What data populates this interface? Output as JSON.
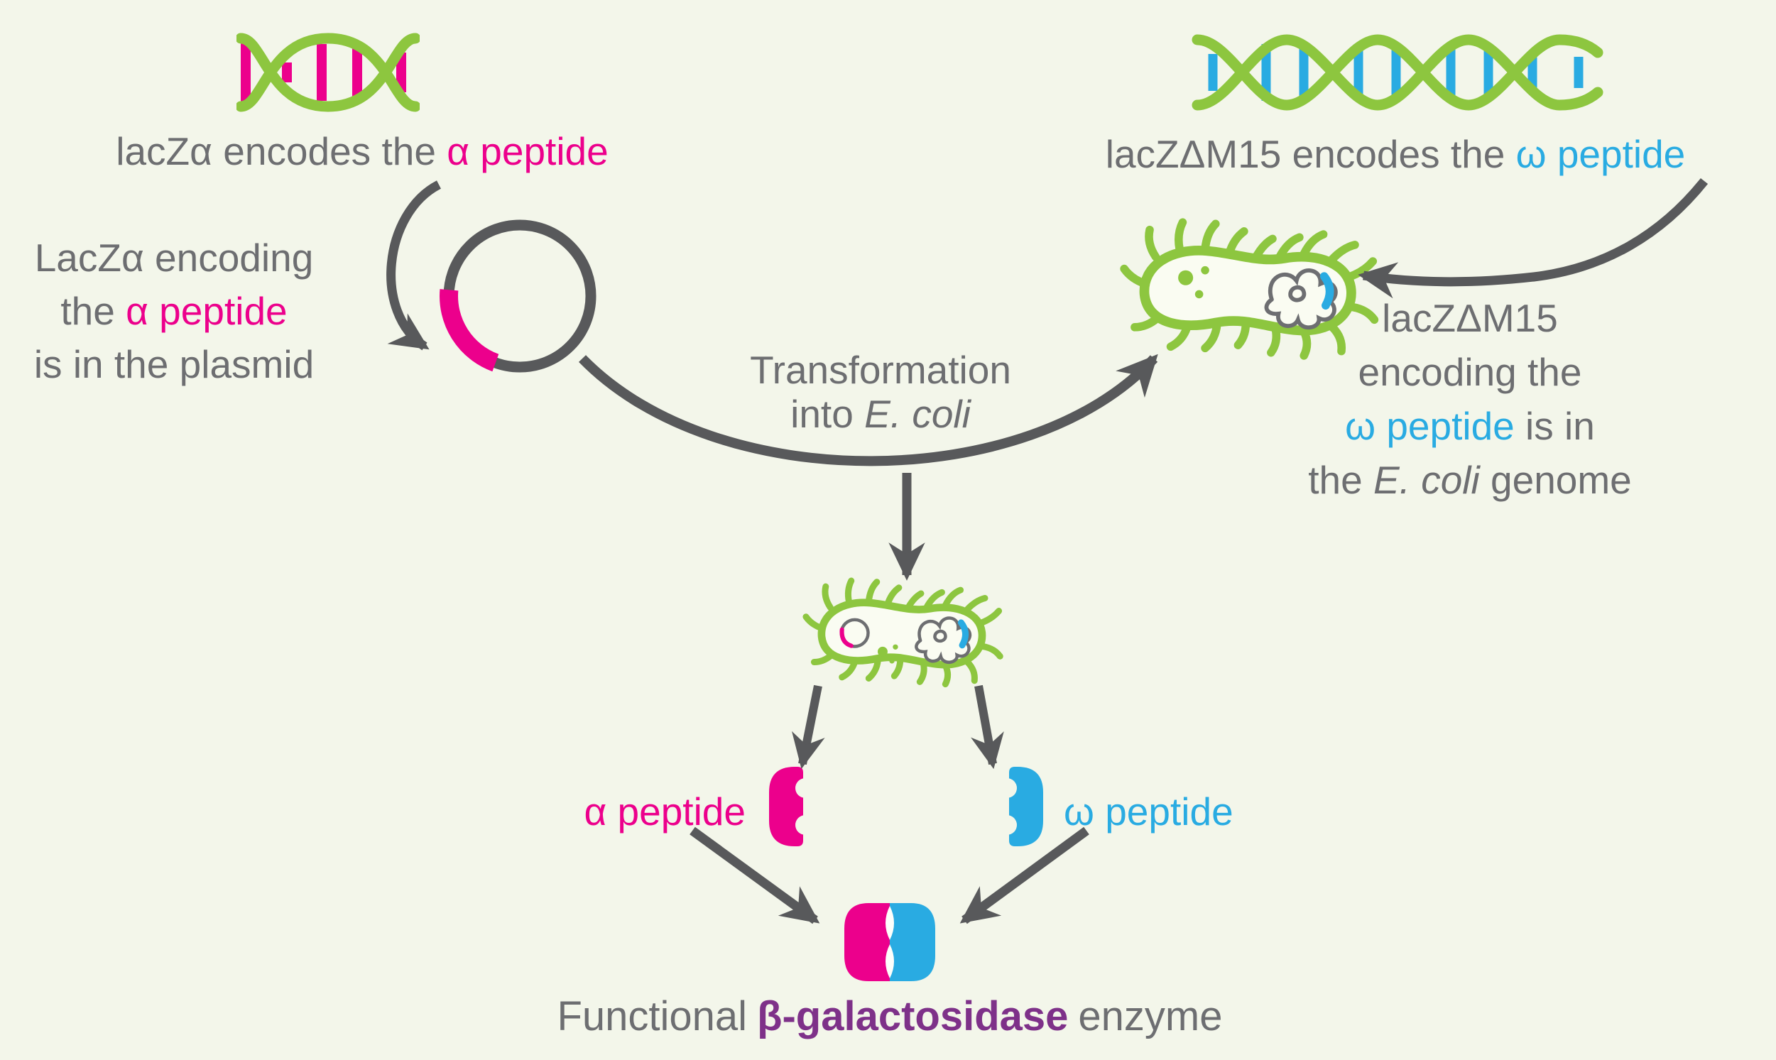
{
  "colors": {
    "background": "#F3F6EA",
    "green": "#8DC63F",
    "pink": "#EC008C",
    "blue": "#29ABE2",
    "text_gray": "#6D6E71",
    "arrow_gray": "#58595B",
    "purple": "#7E3189"
  },
  "top_left_caption": {
    "prefix": "lacZα encodes the ",
    "highlight": "α peptide"
  },
  "plasmid_label": {
    "line1": "LacZα encoding",
    "line2_prefix": "the ",
    "line2_highlight": "α peptide",
    "line3": "is in the plasmid"
  },
  "transformation_label": {
    "line1": "Transformation",
    "line2_prefix": "into ",
    "line2_species": "E. coli"
  },
  "top_right_caption": {
    "prefix": "lacZΔM15 encodes the ",
    "highlight": "ω peptide"
  },
  "genome_label": {
    "line1": "lacZΔM15",
    "line2": "encoding the",
    "line3_highlight": "ω peptide",
    "line3_suffix": " is in",
    "line4_prefix": "the ",
    "line4_species": "E. coli",
    "line4_suffix": " genome"
  },
  "alpha_peptide_label": "α peptide",
  "omega_peptide_label": "ω peptide",
  "bottom_caption": {
    "prefix": "Functional",
    "highlight": "β-galactosidase",
    "suffix": "enzyme"
  }
}
